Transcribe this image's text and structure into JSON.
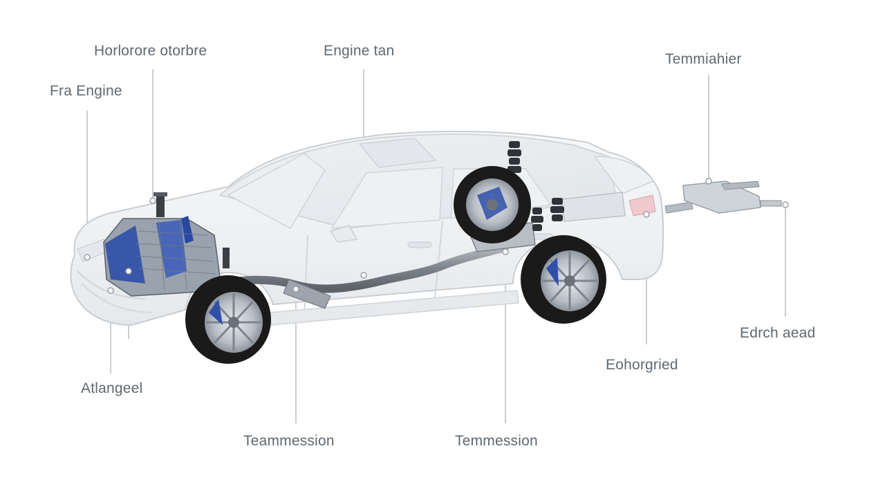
{
  "labels": {
    "front_engine": "Fra Engine",
    "powertrain_top": "Horlorore otorbre",
    "engine_top": "Engine tan",
    "terminator": "Temmiahier",
    "arrangement": "Atlangeel",
    "transmission_left": "Teammession",
    "transmission_right": "Temmession",
    "exhausted": "Eohorgried",
    "exhaust_head": "Edrch aead"
  },
  "colors": {
    "body": "#ffffff",
    "label_text": "#5f6870",
    "leader_line": "#b9bec3",
    "car_outline": "#c9cdd1",
    "engine_blue": "#2f4fa8",
    "tire": "#1a1a1a",
    "pipe": "#8a8f96"
  }
}
